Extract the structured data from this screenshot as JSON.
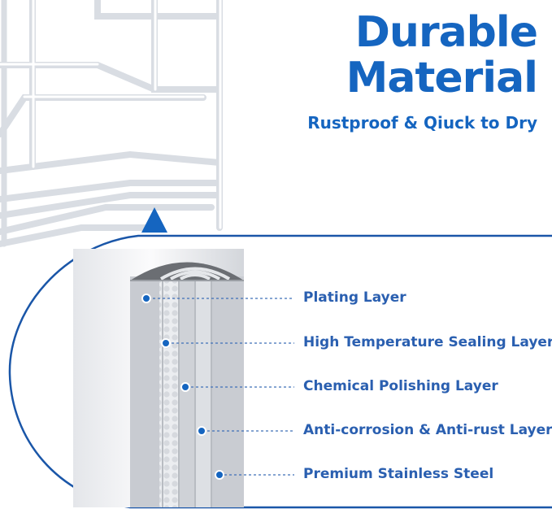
{
  "heading": {
    "line1": "Durable",
    "line2": "Material",
    "subtitle": "Rustproof & Qiuck to Dry"
  },
  "layers": [
    {
      "label": "Plating Layer"
    },
    {
      "label": "High Temperature Sealing Layer"
    },
    {
      "label": "Chemical Polishing Layer"
    },
    {
      "label": "Anti-corrosion & Anti-rust Layer"
    },
    {
      "label": "Premium Stainless Steel"
    }
  ],
  "colors": {
    "accent": "#1565c0",
    "frame": "#1a56a8",
    "label": "#2a5fb0"
  }
}
